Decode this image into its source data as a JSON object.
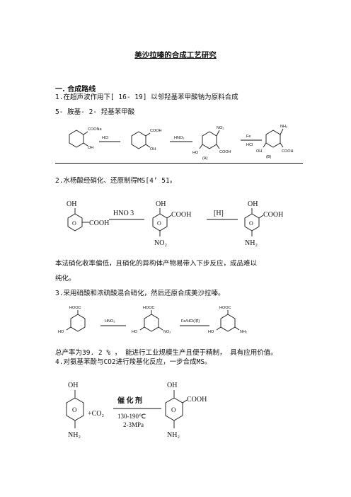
{
  "doc": {
    "title": "美沙拉嗪的合成工艺研究",
    "section1": "一. 合成路线",
    "route1_line1": "1.在超声波作用下[ 16- 19] 以邻羟基苯甲酸钠为原料合成",
    "route1_line2": "5- 胺基- 2- 羟基苯甲酸",
    "route2_line1": "2.水杨酸经硝化、还原制得MS[4’ 51。",
    "route2_note1": "本法硝化收率偏低，且硝化的异构体产物易带入下步反应，成品难以",
    "route2_note2": "纯化。",
    "route3_line1": "3.采用硝酸和浓硫酸混合硝化，然后还原合成美沙拉嗪。",
    "route3_note1": "总产率为39. 2 % ， 能进行工业规模生产且便于精制， 具有应用价值。",
    "route4_line1": "4.对氨基苯酚与CO2进行羧基化反应，一步合成MS。"
  },
  "scheme1": {
    "coona": "COONa",
    "oh": "OH",
    "reagent1": "HCl",
    "cooh": "COOH",
    "reagent2": "HNO₃",
    "no2": "NO₂",
    "reagent3a": "Fe",
    "reagent3b": "HCl",
    "nh2": "NH₂",
    "ho": "HO",
    "label_a": "(A)",
    "label_b": "(B)"
  },
  "scheme2": {
    "oh": "OH",
    "cooh": "COOH",
    "ring": "O",
    "reagent1": "HNO 3",
    "reagent2": "[H]",
    "no2": "NO₂",
    "nh2": "NH₂"
  },
  "scheme3": {
    "hooc": "HOOC",
    "ho": "HO",
    "reagent1": "HNO₃",
    "no2": "NO₂",
    "reagent2": "Fe/HCl(浓)",
    "nh2": "NH₂"
  },
  "scheme4": {
    "oh": "OH",
    "ring": "O",
    "nh2": "NH₂",
    "plus_co2": "+CO₂",
    "catalyst": "催 化 剂",
    "temp": "130-190℃",
    "pressure": "2-3MPa",
    "cooh": "COOH"
  }
}
